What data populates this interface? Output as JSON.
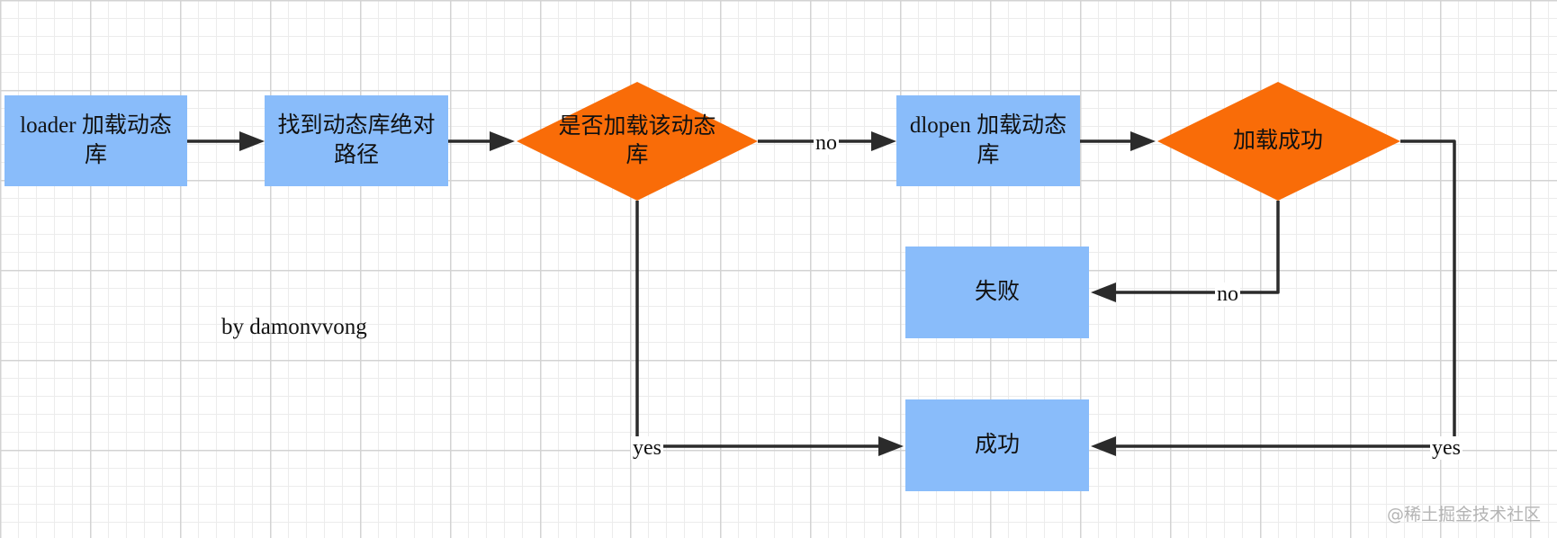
{
  "diagram": {
    "nodes": {
      "start": {
        "label": "loader 加载动态库",
        "shape": "rect"
      },
      "find_path": {
        "label": "找到动态库绝对路径",
        "shape": "rect"
      },
      "is_loaded": {
        "label": "是否加载该动态库",
        "shape": "diamond"
      },
      "dlopen": {
        "label": "dlopen 加载动态库",
        "shape": "rect"
      },
      "load_ok": {
        "label": "加载成功",
        "shape": "diamond"
      },
      "fail": {
        "label": "失败",
        "shape": "rect"
      },
      "success": {
        "label": "成功",
        "shape": "rect"
      }
    },
    "edges": [
      {
        "from": "start",
        "to": "find_path",
        "label": ""
      },
      {
        "from": "find_path",
        "to": "is_loaded",
        "label": ""
      },
      {
        "from": "is_loaded",
        "to": "dlopen",
        "label": "no"
      },
      {
        "from": "dlopen",
        "to": "load_ok",
        "label": ""
      },
      {
        "from": "load_ok",
        "to": "fail",
        "label": "no"
      },
      {
        "from": "is_loaded",
        "to": "success",
        "label": "yes"
      },
      {
        "from": "load_ok",
        "to": "success",
        "label": "yes"
      }
    ],
    "colors": {
      "process_fill": "#89bcfa",
      "decision_fill": "#f96c08",
      "line": "#2b2b2b",
      "grid": "#d3d3d3"
    }
  },
  "credit": "by damonvvong",
  "watermark": "@稀土掘金技术社区"
}
